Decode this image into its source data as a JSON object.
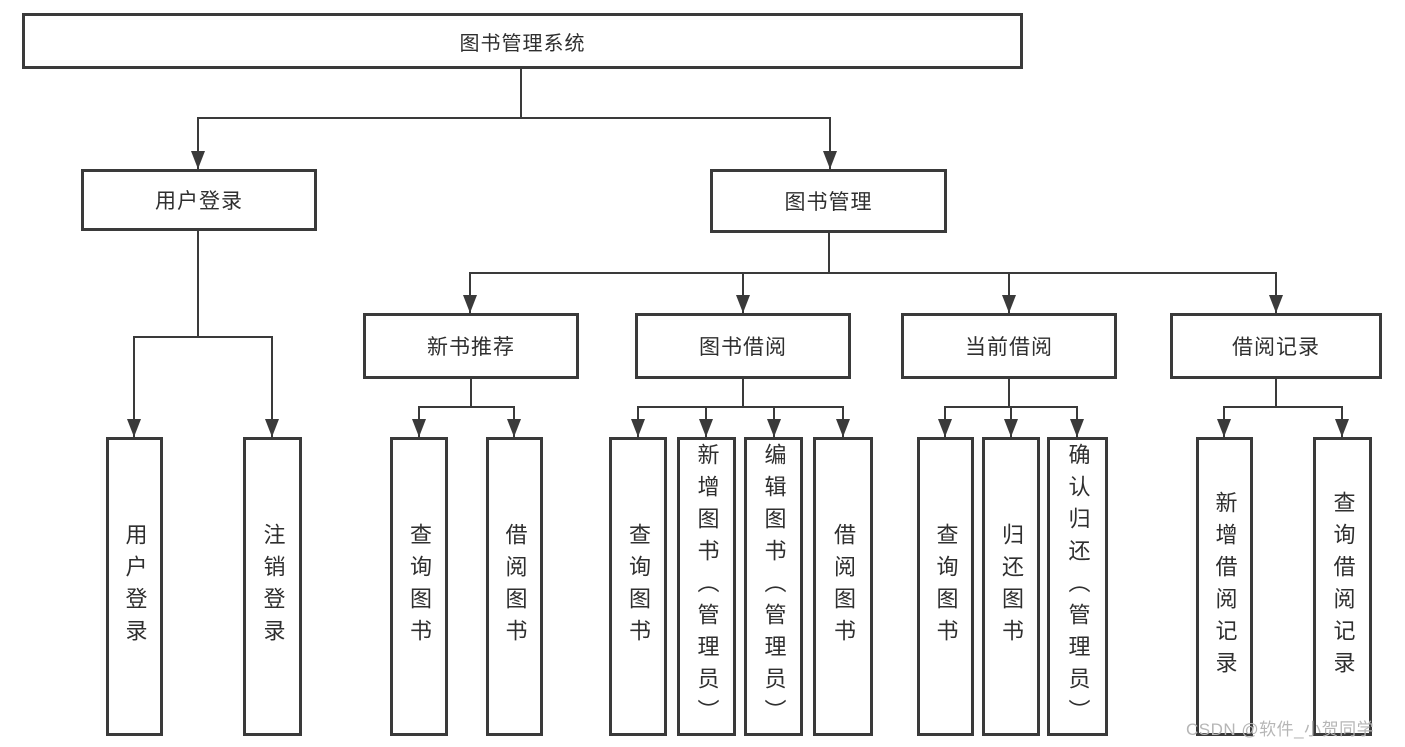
{
  "diagram": {
    "type": "hierarchy-tree",
    "root": {
      "label": "图书管理系统",
      "children": [
        {
          "label": "用户登录",
          "children": [
            {
              "label": "用户登录"
            },
            {
              "label": "注销登录"
            }
          ]
        },
        {
          "label": "图书管理",
          "children": [
            {
              "label": "新书推荐",
              "children": [
                {
                  "label": "查询图书"
                },
                {
                  "label": "借阅图书"
                }
              ]
            },
            {
              "label": "图书借阅",
              "children": [
                {
                  "label": "查询图书"
                },
                {
                  "label": "新增图书（管理员）"
                },
                {
                  "label": "编辑图书（管理员）"
                },
                {
                  "label": "借阅图书"
                }
              ]
            },
            {
              "label": "当前借阅",
              "children": [
                {
                  "label": "查询图书"
                },
                {
                  "label": "归还图书"
                },
                {
                  "label": "确认归还（管理员）"
                }
              ]
            },
            {
              "label": "借阅记录",
              "children": [
                {
                  "label": "新增借阅记录"
                },
                {
                  "label": "查询借阅记录"
                }
              ]
            }
          ]
        }
      ]
    }
  },
  "watermark": {
    "text": "CSDN @软件_小贺同学"
  },
  "colors": {
    "line": "#3a3a3a",
    "box_border": "#3a3a3a",
    "box_background": "#ffffff",
    "text": "#2f2f2f",
    "watermark": "#b6b6b6",
    "page_background": "#ffffff"
  }
}
